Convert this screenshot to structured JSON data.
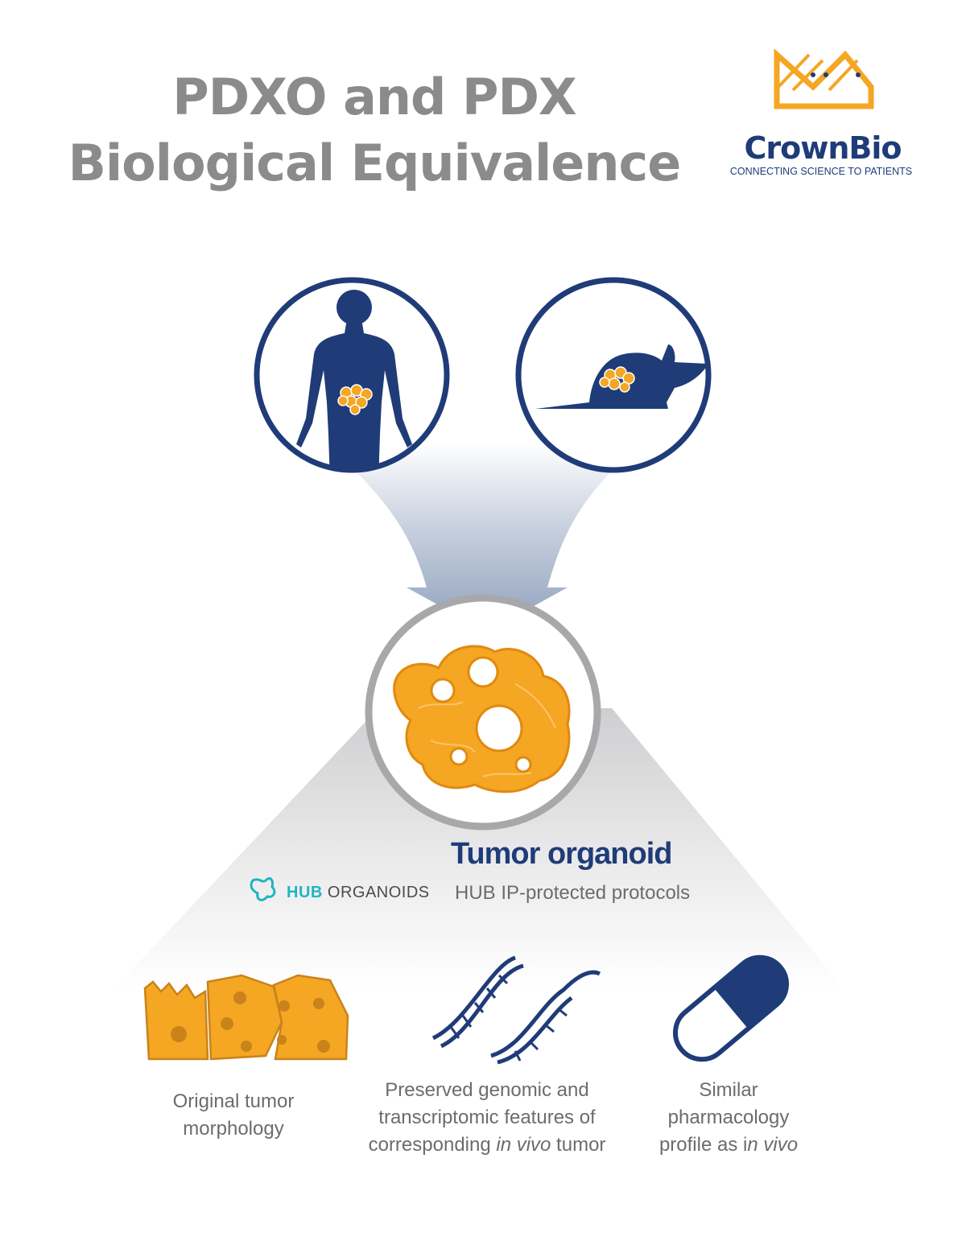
{
  "title": {
    "line1": "PDXO and PDX",
    "line2": "Biological Equivalence"
  },
  "brand": {
    "name": "CrownBio",
    "tagline": "CONNECTING SCIENCE TO PATIENTS",
    "logo_icon": "crown-dna-icon"
  },
  "sources": [
    {
      "name": "human",
      "icon": "human-body-icon"
    },
    {
      "name": "mouse",
      "icon": "mouse-icon"
    }
  ],
  "organoid": {
    "title": "Tumor organoid",
    "subtitle": "HUB IP-protected protocols",
    "icon": "organoid-icon"
  },
  "hub": {
    "bold": "HUB",
    "rest": " ORGANOIDS",
    "icon": "hub-organoids-logo-icon"
  },
  "features": {
    "f1_line1": "Original tumor",
    "f1_line2": "morphology",
    "f2_line1": "Preserved genomic and",
    "f2_line2": "transcriptomic features of",
    "f2_line3a": "corresponding ",
    "f2_line3b": "in vivo",
    "f2_line3c": " tumor",
    "f3_line1": "Similar",
    "f3_line2": "pharmacology",
    "f3_line3a": "profile as i",
    "f3_line3b": "n vivo"
  },
  "colors": {
    "navy": "#1f3c78",
    "orange": "#f5a623",
    "gray": "#8a8b8d",
    "teal": "#1fb5c1"
  }
}
